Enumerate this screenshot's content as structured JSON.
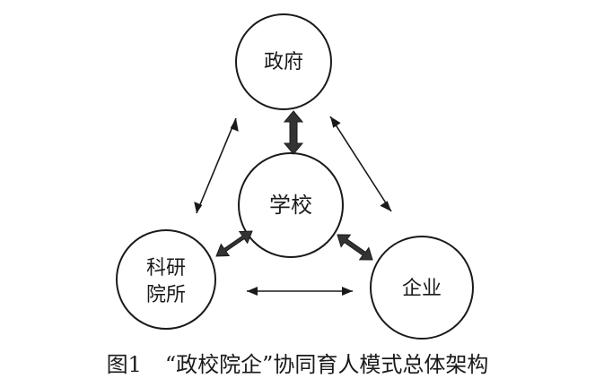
{
  "nodes": {
    "government": "政府",
    "school": "学校",
    "research_line1": "科研",
    "research_line2": "院所",
    "enterprise": "企业"
  },
  "caption": {
    "figure_number": "图1",
    "title": "“政校院企”协同育人模式总体架构"
  },
  "colors": {
    "stroke": "#1a1a1a",
    "thick_arrow_fill": "#333333",
    "background": "#ffffff"
  }
}
